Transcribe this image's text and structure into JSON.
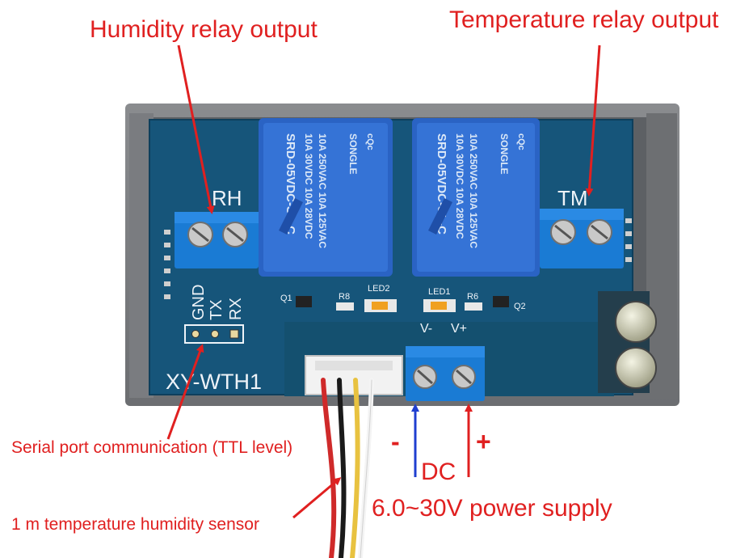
{
  "callouts": {
    "humidity_relay": "Humidity relay output",
    "temperature_relay": "Temperature relay output",
    "serial_port": "Serial port communication (TTL level)",
    "sensor": "1 m temperature humidity sensor",
    "minus": "-",
    "plus": "+",
    "dc": "DC",
    "power_supply": "6.0~30V power supply"
  },
  "board": {
    "model": "XY-WTH1",
    "rh_label": "RH",
    "tm_label": "TM",
    "pins": [
      "GND",
      "TX",
      "RX"
    ],
    "v_minus": "V-",
    "v_plus": "V+",
    "q1": "Q1",
    "q2": "Q2",
    "r8": "R8",
    "r6": "R6",
    "led1": "LED1",
    "led2": "LED2"
  },
  "relays": {
    "brand": "SONGLE",
    "part": "SRD-05VDC-SL-C",
    "rating_ac": "10A 250VAC 10A 125VAC",
    "rating_dc": "10A 30VDC 10A 28VDC",
    "cert": "cQc"
  },
  "colors": {
    "annotation": "#e02020",
    "dc_arrow_negative": "#1f3fd0",
    "board": "#16557a",
    "relay": "#2a63c4",
    "terminal": "#1a7bd4",
    "case": "#7d7f82"
  }
}
